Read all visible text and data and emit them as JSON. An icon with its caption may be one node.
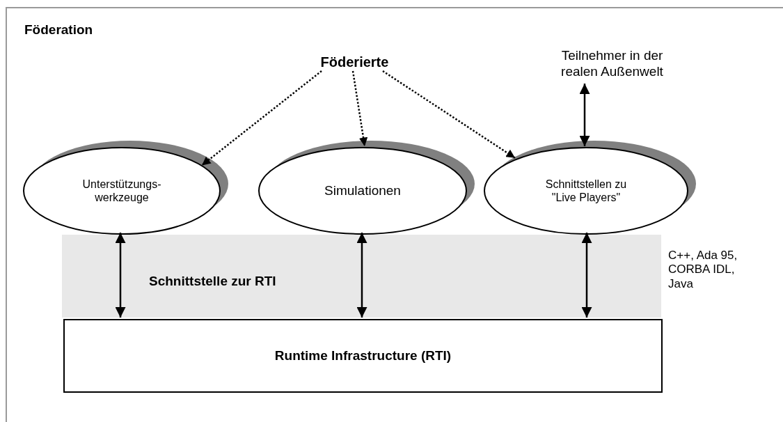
{
  "diagram": {
    "nodes": [
      {
        "text": [
          "Föderation"
        ]
      },
      {
        "text": [
          "Föderierte"
        ],
        "in": 0
      },
      {
        "text": [
          "Teilnehmer in der realen Außenwelt"
        ],
        "in": 0
      },
      {
        "text": [
          "Unterstützungs- werkzeuge"
        ],
        "in": 0
      },
      {
        "text": [
          "Simulationen"
        ],
        "in": 0
      },
      {
        "text": [
          "Schnittstellen zu \"Live Players\""
        ],
        "in": 0
      },
      {
        "text": [
          "Runtime Infrastructure (RTI)"
        ],
        "in": 0
      }
    ],
    "edges": [
      {
        "from": 1,
        "to": 3,
        "arrow": "to",
        "style": "dashed"
      },
      {
        "from": 1,
        "to": 4,
        "arrow": "to",
        "style": "dashed"
      },
      {
        "from": 1,
        "to": 5,
        "arrow": "to",
        "style": "dashed"
      },
      {
        "from": 2,
        "to": 5,
        "arrow": "both"
      },
      {
        "from": 3,
        "to": 6,
        "arrow": "both"
      },
      {
        "from": 4,
        "to": 6,
        "arrow": "both"
      },
      {
        "from": 5,
        "to": 6,
        "arrow": "both"
      }
    ],
    "labels": [
      "Schnittstelle zur RTI",
      "C++, Ada 95, CORBA IDL, Java"
    ]
  }
}
